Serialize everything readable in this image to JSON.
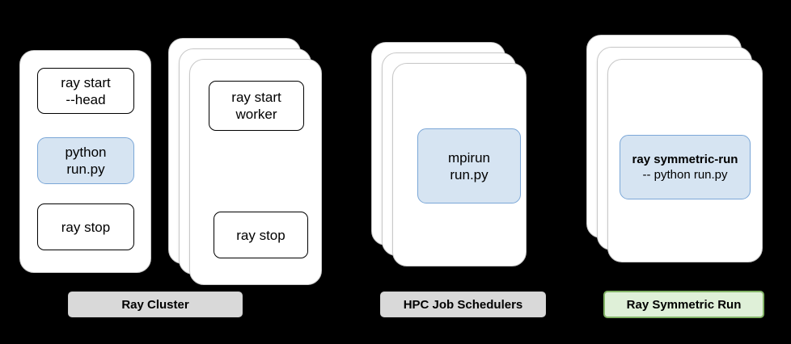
{
  "diagram": {
    "title": "Ray Symmetric Run comparison diagram",
    "background_color": "#000000",
    "groups": [
      {
        "id": "ray-cluster",
        "label": "Ray Cluster",
        "label_style": "grey",
        "label_fill": "#d9d9d9",
        "label_border": "#d0d0d0",
        "stacks": [
          {
            "id": "head-node",
            "card_count": 1,
            "commands": [
              {
                "id": "ray-start-head",
                "line1": "ray start",
                "line2": "--head",
                "style": "plain"
              },
              {
                "id": "python-run-py",
                "line1": "python",
                "line2": "run.py",
                "style": "blue"
              },
              {
                "id": "ray-stop-head",
                "line1": "ray stop",
                "line2": "",
                "style": "plain"
              }
            ]
          },
          {
            "id": "worker-nodes",
            "card_count": 3,
            "commands": [
              {
                "id": "ray-start-worker",
                "line1": "ray start",
                "line2": "worker",
                "style": "plain"
              },
              {
                "id": "ray-stop-worker",
                "line1": "ray stop",
                "line2": "",
                "style": "plain"
              }
            ]
          }
        ]
      },
      {
        "id": "hpc-job-schedulers",
        "label": "HPC Job Schedulers",
        "label_style": "grey",
        "label_fill": "#d9d9d9",
        "label_border": "#d0d0d0",
        "stacks": [
          {
            "id": "hpc-nodes",
            "card_count": 3,
            "commands": [
              {
                "id": "mpirun-run-py",
                "line1": "mpirun",
                "line2": "run.py",
                "style": "blue"
              }
            ]
          }
        ]
      },
      {
        "id": "ray-symmetric-run",
        "label": "Ray Symmetric Run",
        "label_style": "green",
        "label_fill": "#dff0d8",
        "label_border": "#82b366",
        "stacks": [
          {
            "id": "symmetric-nodes",
            "card_count": 3,
            "commands": [
              {
                "id": "ray-symmetric-run-cmd",
                "line1": "ray symmetric-run",
                "line2": "-- python run.py",
                "style": "blue-two-tone"
              }
            ]
          }
        ]
      }
    ],
    "colors": {
      "card_fill": "#ffffff",
      "card_border": "#c8c8c8",
      "command_box_fill": "#ffffff",
      "command_box_border": "#000000",
      "highlight_fill": "#d6e4f2",
      "highlight_border": "#7ba7d7",
      "text": "#000000"
    }
  }
}
